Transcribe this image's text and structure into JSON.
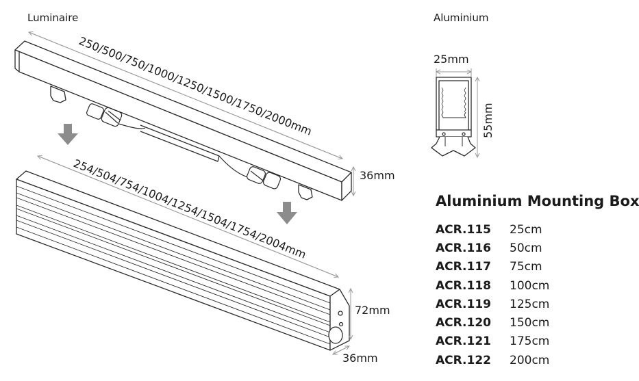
{
  "labels": {
    "luminaire": "Luminaire",
    "aluminium": "Aluminium"
  },
  "dimensions": {
    "luminaire_lengths": "250/500/750/1000/1250/1500/1750/2000mm",
    "box_lengths": "254/504/754/1004/1254/1504/1754/2004mm",
    "luminaire_height": "36mm",
    "box_height": "72mm",
    "box_width": "36mm",
    "profile_width": "25mm",
    "profile_height": "55mm"
  },
  "mounting_box": {
    "heading": "Aluminium Mounting Box",
    "items": [
      {
        "code": "ACR.115",
        "length": "25cm"
      },
      {
        "code": "ACR.116",
        "length": "50cm"
      },
      {
        "code": "ACR.117",
        "length": "75cm"
      },
      {
        "code": "ACR.118",
        "length": "100cm"
      },
      {
        "code": "ACR.119",
        "length": "125cm"
      },
      {
        "code": "ACR.120",
        "length": "150cm"
      },
      {
        "code": "ACR.121",
        "length": "175cm"
      },
      {
        "code": "ACR.122",
        "length": "200cm"
      }
    ]
  },
  "colors": {
    "line": "#2a2a2a",
    "arrow": "#8c8c8c",
    "dim_line": "#9a9a9a"
  }
}
